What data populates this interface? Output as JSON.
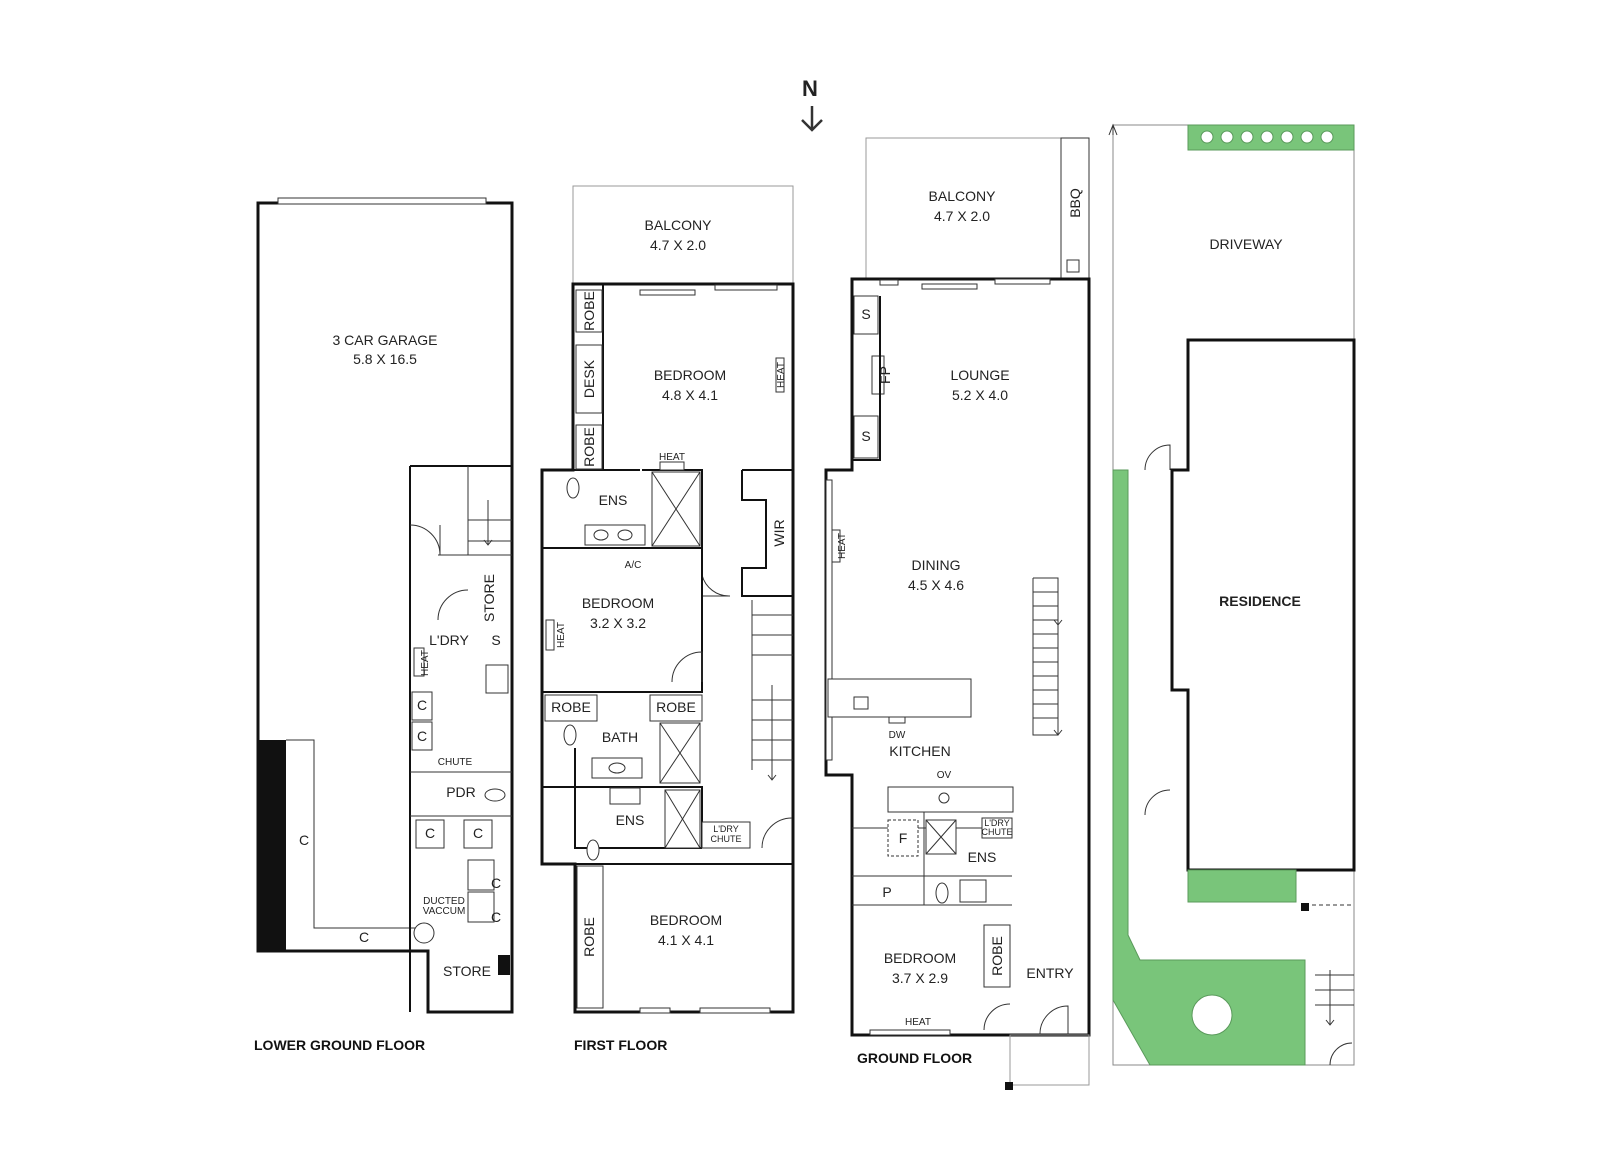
{
  "compass": {
    "label": "N"
  },
  "floors": {
    "lower_ground": {
      "title": "LOWER GROUND FLOOR",
      "garage": {
        "name": "3 CAR GARAGE",
        "size": "5.8 X 16.5"
      },
      "laundry": "L'DRY",
      "store_upper": "STORE",
      "store_lower": "STORE",
      "pdr": "PDR",
      "chute": "CHUTE",
      "heat": "HEAT",
      "ducted": [
        "DUCTED",
        "VACCUM"
      ],
      "s": "S",
      "c": "C"
    },
    "first": {
      "title": "FIRST FLOOR",
      "balcony": {
        "name": "BALCONY",
        "size": "4.7 X 2.0"
      },
      "bedroom1": {
        "name": "BEDROOM",
        "size": "4.8 X 4.1"
      },
      "bedroom2": {
        "name": "BEDROOM",
        "size": "3.2 X 3.2"
      },
      "bedroom3": {
        "name": "BEDROOM",
        "size": "4.1 X 4.1"
      },
      "ens": "ENS",
      "bath": "BATH",
      "wir": "WIR",
      "robe": "ROBE",
      "desk": "DESK",
      "heat": "HEAT",
      "ac": "A/C",
      "ldry_chute": [
        "L'DRY",
        "CHUTE"
      ]
    },
    "ground": {
      "title": "GROUND FLOOR",
      "balcony": {
        "name": "BALCONY",
        "size": "4.7 X 2.0"
      },
      "bbq": "BBQ",
      "lounge": {
        "name": "LOUNGE",
        "size": "5.2 X 4.0"
      },
      "dining": {
        "name": "DINING",
        "size": "4.5 X 4.6"
      },
      "kitchen": "KITCHEN",
      "bedroom": {
        "name": "BEDROOM",
        "size": "3.7 X 2.9"
      },
      "ens": "ENS",
      "entry": "ENTRY",
      "robe": "ROBE",
      "heat": "HEAT",
      "fp": "FP",
      "s": "S",
      "dw": "DW",
      "ov": "OV",
      "f": "F",
      "p": "P",
      "ldry_chute": [
        "L'DRY",
        "CHUTE"
      ]
    },
    "site": {
      "driveway": "DRIVEWAY",
      "residence": "RESIDENCE"
    }
  }
}
